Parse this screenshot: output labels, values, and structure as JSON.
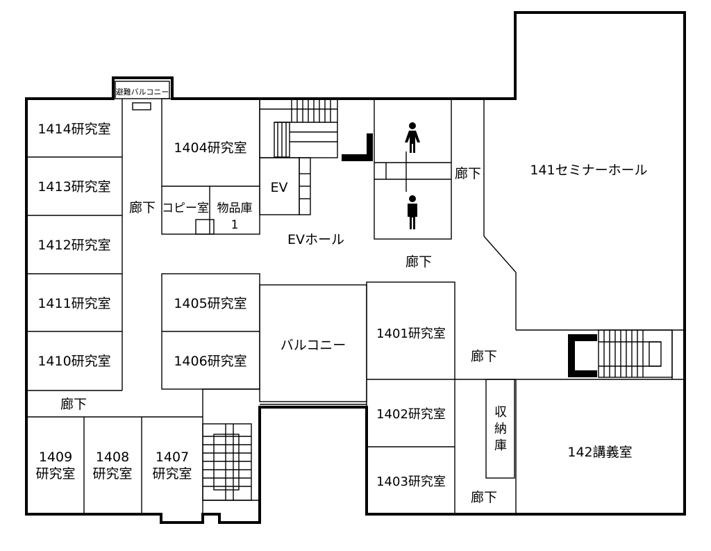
{
  "floorplan": {
    "rooms": {
      "r1414": "1414研究室",
      "r1413": "1413研究室",
      "r1412": "1412研究室",
      "r1411": "1411研究室",
      "r1410": "1410研究室",
      "r1409_num": "1409",
      "r1409_name": "研究室",
      "r1408_num": "1408",
      "r1408_name": "研究室",
      "r1407_num": "1407",
      "r1407_name": "研究室",
      "r1404": "1404研究室",
      "r1405": "1405研究室",
      "r1406": "1406研究室",
      "r1401": "1401研究室",
      "r1402": "1402研究室",
      "r1403": "1403研究室",
      "copy": "コピー室",
      "storage_line1": "物品庫",
      "storage_line2": "1",
      "ev": "EV",
      "ev_hall": "EVホール",
      "balcony": "バルコニー",
      "evac_balcony": "避難バルコニー",
      "seminar": "141セミナーホール",
      "lecture": "142講義室",
      "closet_1": "収",
      "closet_2": "納",
      "closet_3": "庫"
    },
    "corridors": {
      "left": "廊下",
      "lower_left": "廊下",
      "center": "廊下",
      "wc": "廊下",
      "right": "廊下",
      "bottom_right": "廊下"
    },
    "icons": [
      "female-restroom-icon",
      "male-restroom-icon",
      "staircase-icon"
    ]
  }
}
